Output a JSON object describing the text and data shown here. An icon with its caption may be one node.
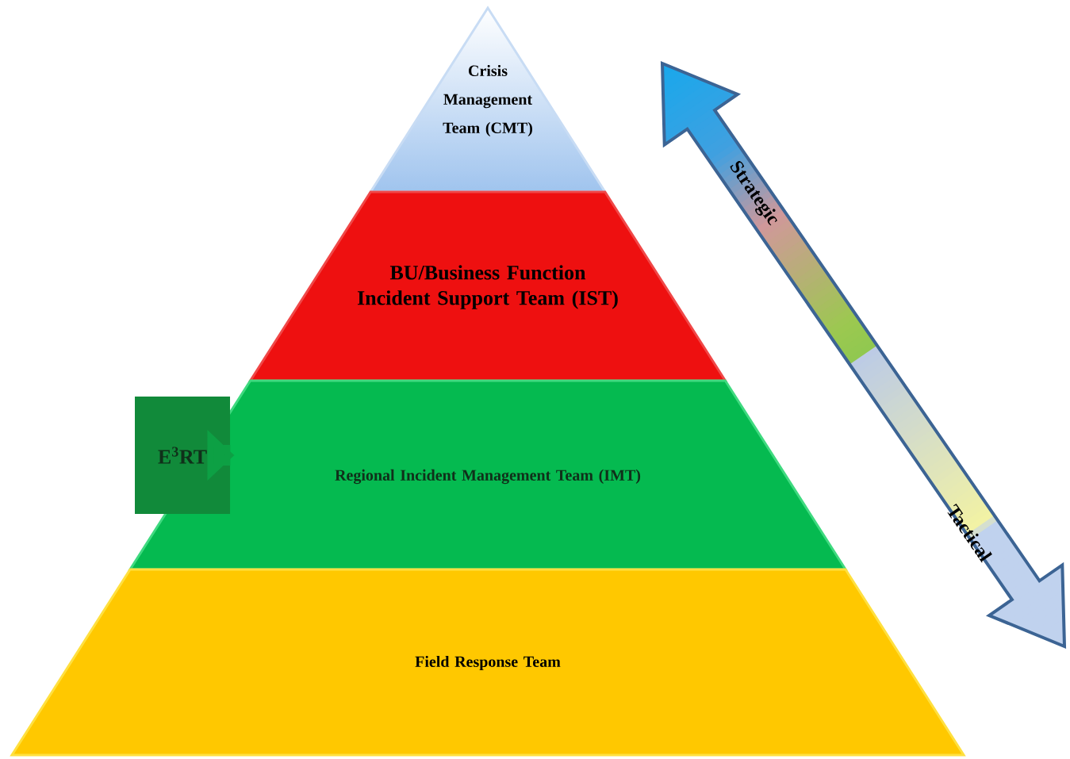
{
  "diagram": {
    "nodes": [
      {
        "text": [
          "Crisis Management Team (CMT)"
        ]
      },
      {
        "text": [
          "BU/Business Function Incident Support Team (IST)"
        ]
      },
      {
        "text": [
          "E$^{3}$RT"
        ]
      },
      {
        "text": [
          "Regional Incident Management Team (IMT)"
        ]
      },
      {
        "text": [
          "Field Response Team"
        ]
      }
    ],
    "edges": [
      {
        "from": 2,
        "to": 3,
        "arrow": "to"
      }
    ],
    "labels": [
      "Strategic",
      "Tactical"
    ]
  }
}
